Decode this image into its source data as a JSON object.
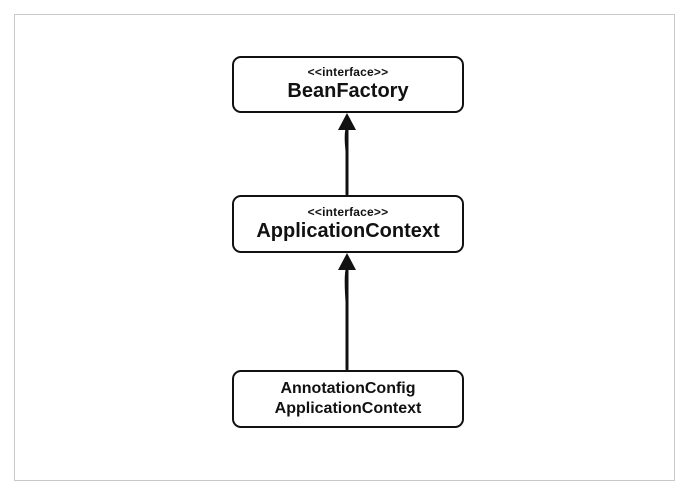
{
  "diagram": {
    "nodes": [
      {
        "id": "beanfactory",
        "stereotype": "<<interface>>",
        "name": "BeanFactory"
      },
      {
        "id": "applicationcontext",
        "stereotype": "<<interface>>",
        "name": "ApplicationContext"
      },
      {
        "id": "annotationconfig",
        "name_line1": "AnnotationConfig",
        "name_line2": "ApplicationContext"
      }
    ],
    "edges": [
      {
        "from": "applicationcontext",
        "to": "beanfactory",
        "type": "generalization-arrow"
      },
      {
        "from": "annotationconfig",
        "to": "applicationcontext",
        "type": "generalization-arrow"
      }
    ],
    "colors": {
      "stroke": "#111111",
      "frame_border": "#c9c9c9",
      "background": "#ffffff"
    }
  }
}
